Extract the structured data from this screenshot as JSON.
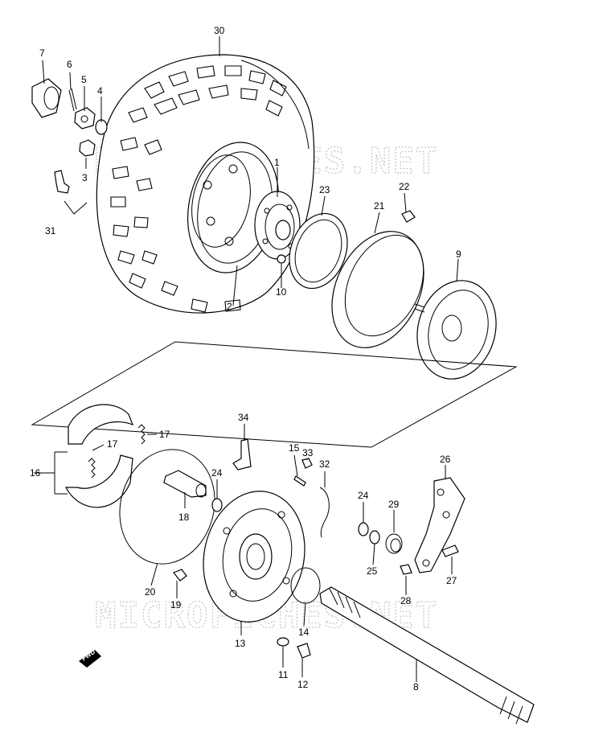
{
  "watermarks": [
    "MICROFICHES.NET",
    "MICROFICHES.NET"
  ],
  "direction_marker": "FWD",
  "callouts": {
    "p30": "30",
    "p7": "7",
    "p6": "6",
    "p5": "5",
    "p4": "4",
    "p3": "3",
    "p31": "31",
    "p1": "1",
    "p2": "2",
    "p10": "10",
    "p23": "23",
    "p22": "22",
    "p21": "21",
    "p9": "9",
    "p34": "34",
    "p17a": "17",
    "p17b": "17",
    "p16": "16",
    "p15": "15",
    "p33": "33",
    "p32": "32",
    "p26": "26",
    "p24a": "24",
    "p18": "18",
    "p24b": "24",
    "p29": "29",
    "p25": "25",
    "p27": "27",
    "p28": "28",
    "p20": "20",
    "p19": "19",
    "p14": "14",
    "p13": "13",
    "p11": "11",
    "p12": "12",
    "p8": "8"
  }
}
